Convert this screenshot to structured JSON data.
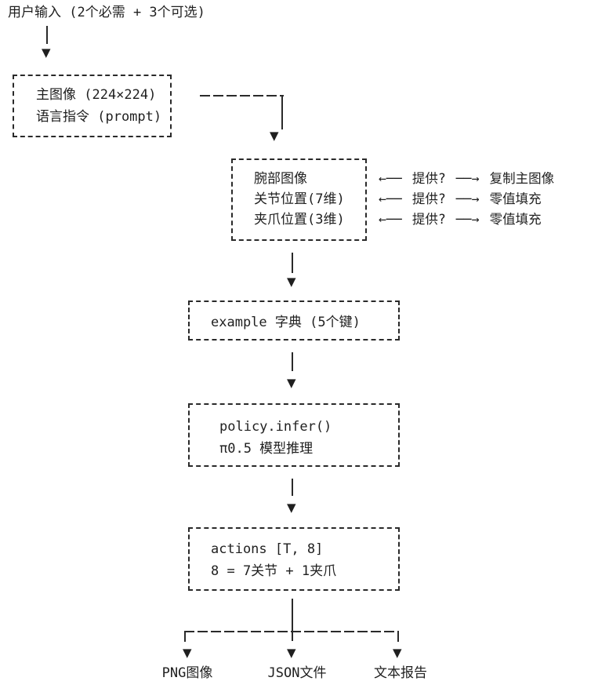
{
  "title": "用户输入 (2个必需 + 3个可选)",
  "input_box": {
    "line1": "主图像 (224×224)",
    "line2": "语言指令 (prompt)"
  },
  "optional_box": {
    "rows": [
      {
        "field": "腕部图像",
        "question": "提供?",
        "fallback": "复制主图像"
      },
      {
        "field": "关节位置(7维)",
        "question": "提供?",
        "fallback": "零值填充"
      },
      {
        "field": "夹爪位置(3维)",
        "question": "提供?",
        "fallback": "零值填充"
      }
    ]
  },
  "example_box": {
    "line1": "example 字典 (5个键)"
  },
  "infer_box": {
    "line1": "policy.infer()",
    "line2": "π0.5 模型推理"
  },
  "actions_box": {
    "line1": "actions [T, 8]",
    "line2": "8 = 7关节 + 1夹爪"
  },
  "outputs": [
    "PNG图像",
    "JSON文件",
    "文本报告"
  ],
  "icons": {
    "down_arrow": "▼",
    "left_arrow": "←──",
    "right_arrow": "──→"
  },
  "colors": {
    "ink": "#1f1f1f",
    "background": "#ffffff"
  }
}
